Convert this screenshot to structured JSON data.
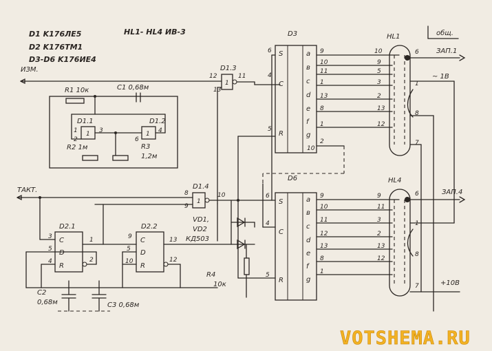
{
  "legend": {
    "line1": "D1  K176ЛЕ5",
    "line2": "D2  K176ТМ1",
    "line3": "D3-D6  K176ИЕ4",
    "hl": "HL1- HL4   ИВ-3"
  },
  "ground_label": "общ.",
  "inputs": {
    "izm": "ИЗМ.",
    "takt": "ТАКТ."
  },
  "components": {
    "r1": "R1 10к",
    "c1": "C1 0,68м",
    "r2": "R2  1м",
    "r3": "R3",
    "r3_val": "1,2м",
    "c2": "C2",
    "c2_val": "0,68м",
    "c3": "C3  0,68м",
    "r4": "R4",
    "r4_val": "10к",
    "vd": "VD1,",
    "vd2": "VD2",
    "vd_type": "КД503"
  },
  "gates": {
    "d11": "D1.1",
    "d12": "D1.2",
    "d13": "D1.3",
    "d14": "D1.4",
    "d21": "D2.1",
    "d22": "D2.2",
    "d3": "D3",
    "d6": "D6",
    "hl1": "HL1",
    "hl4": "HL4"
  },
  "rails": {
    "zap1": "ЗАП.1",
    "zap4": "ЗАП.4",
    "ac": "~ 1В",
    "dc": "+10В"
  },
  "counter_outputs": [
    "a",
    "в",
    "с",
    "d",
    "е",
    "f",
    "g"
  ],
  "watermark": "VOTSHEMA.RU"
}
